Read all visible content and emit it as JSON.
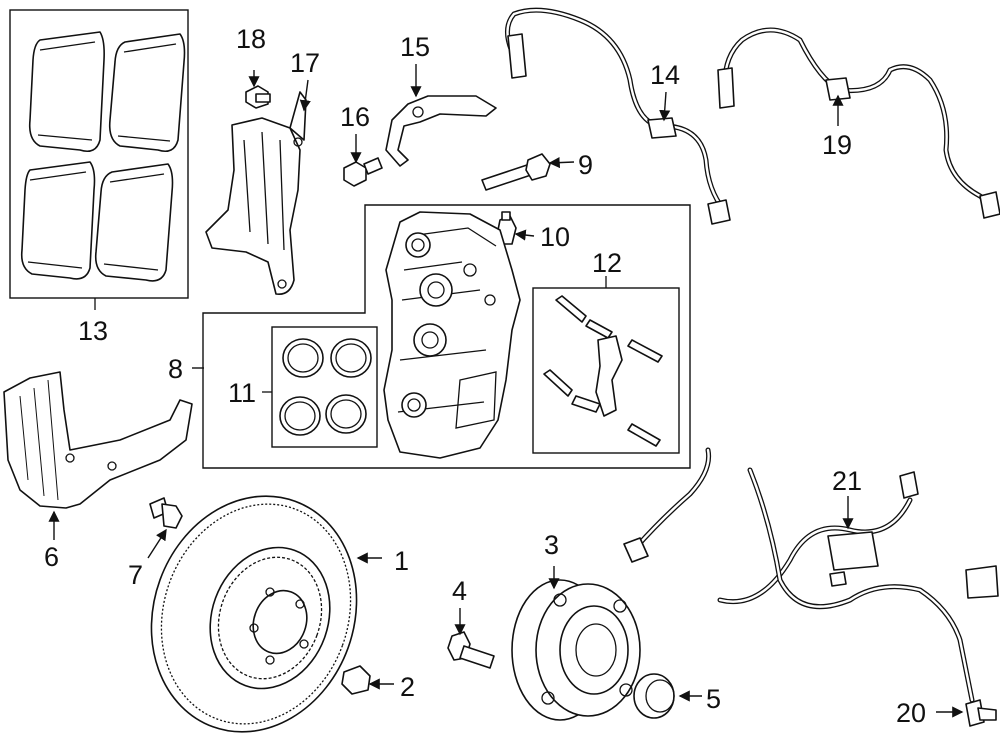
{
  "diagram_title": "",
  "callouts": {
    "c1": "1",
    "c2": "2",
    "c3": "3",
    "c4": "4",
    "c5": "5",
    "c6": "6",
    "c7": "7",
    "c8": "8",
    "c9": "9",
    "c10": "10",
    "c11": "11",
    "c12": "12",
    "c13": "13",
    "c14": "14",
    "c15": "15",
    "c16": "16",
    "c17": "17",
    "c18": "18",
    "c19": "19",
    "c20": "20",
    "c21": "21"
  }
}
